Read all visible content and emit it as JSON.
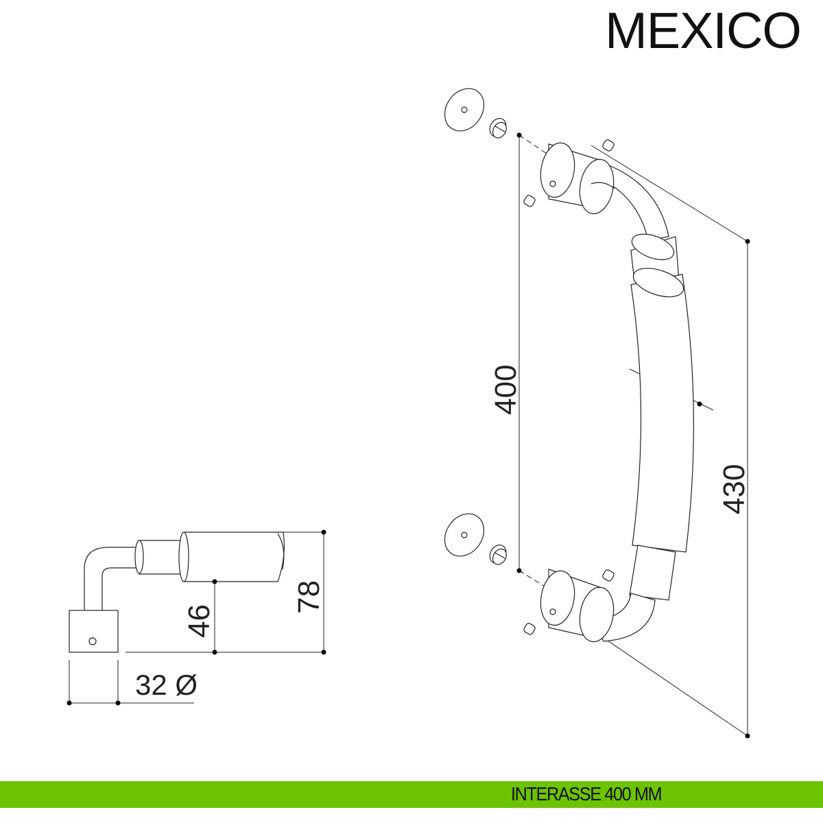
{
  "title": "MEXICO",
  "footer": "INTERASSE 400 MM",
  "colors": {
    "footer_bar": "#6cc300",
    "line": "#222222"
  },
  "side_view": {
    "dim_height_inner": "46",
    "dim_height_total": "78",
    "dim_diameter": "32 Ø"
  },
  "main_view": {
    "dim_interaxis": "400",
    "dim_total_length": "430",
    "dim_grip_diameter": "Φ"
  }
}
